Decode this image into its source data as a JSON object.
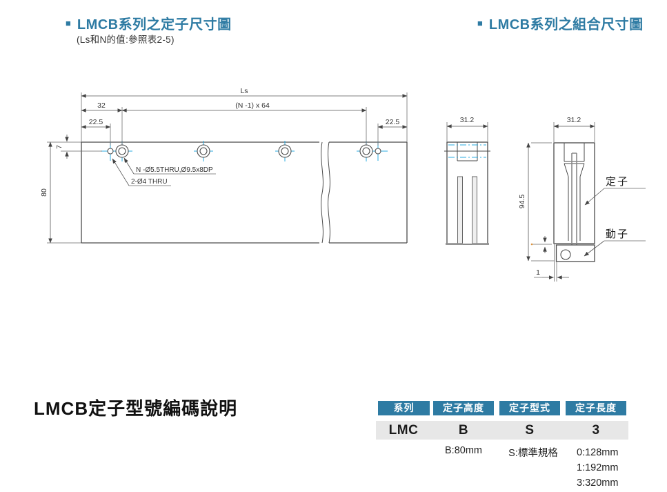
{
  "colors": {
    "accent": "#2e7ba3",
    "centerline": "#29abe2",
    "line": "#4a4a4a",
    "band": "#e7e7e7"
  },
  "titles": {
    "left": {
      "bullet": "■",
      "title": "LMCB系列之定子尺寸圖",
      "subtitle": "(Ls和N的值:參照表2-5)"
    },
    "right": {
      "bullet": "■",
      "title": "LMCB系列之組合尺寸圖"
    }
  },
  "drawing": {
    "dims": {
      "ls": "Ls",
      "pitch": "(N -1) x 64",
      "left_offset": "32",
      "edge_left": "22.5",
      "edge_right": "22.5",
      "hole_top": "7",
      "height": "80",
      "section_width": "31.2",
      "assembly_width": "31.2",
      "assembly_height": "94.5",
      "gap": "1"
    },
    "callouts": {
      "mount_hole": "N -Ø5.5THRU,Ø9.5x8DP",
      "pin_hole": "2-Ø4 THRU"
    },
    "labels": {
      "stator": "定子",
      "mover": "動子"
    }
  },
  "coding": {
    "heading": "LMCB定子型號編碼說明",
    "columns": [
      {
        "header": "系列",
        "value": "LMC",
        "notes": []
      },
      {
        "header": "定子高度",
        "value": "B",
        "notes": [
          "B:80mm"
        ]
      },
      {
        "header": "定子型式",
        "value": "S",
        "notes": [
          "S:標準規格"
        ]
      },
      {
        "header": "定子長度",
        "value": "3",
        "notes": [
          "0:128mm",
          "1:192mm",
          "3:320mm"
        ]
      }
    ]
  }
}
